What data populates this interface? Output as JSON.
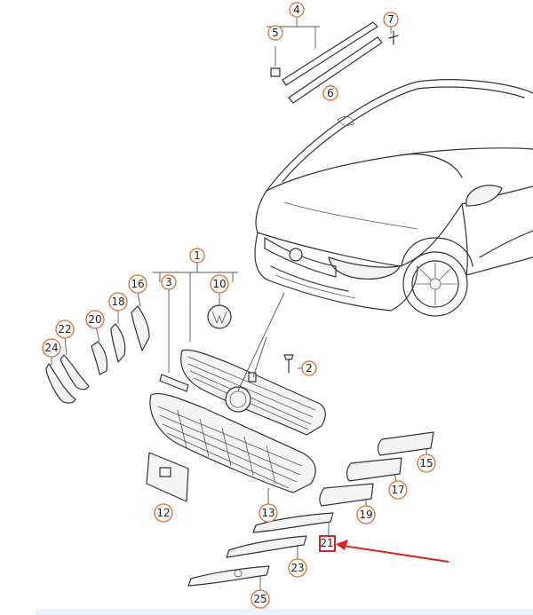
{
  "diagram": {
    "callouts": [
      {
        "id": "c1",
        "label": "1"
      },
      {
        "id": "c2",
        "label": "2"
      },
      {
        "id": "c3",
        "label": "3"
      },
      {
        "id": "c4",
        "label": "4"
      },
      {
        "id": "c5",
        "label": "5"
      },
      {
        "id": "c6",
        "label": "6"
      },
      {
        "id": "c7",
        "label": "7"
      },
      {
        "id": "c10",
        "label": "10"
      },
      {
        "id": "c12",
        "label": "12"
      },
      {
        "id": "c13",
        "label": "13"
      },
      {
        "id": "c15",
        "label": "15"
      },
      {
        "id": "c16",
        "label": "16"
      },
      {
        "id": "c17",
        "label": "17"
      },
      {
        "id": "c18",
        "label": "18"
      },
      {
        "id": "c19",
        "label": "19"
      },
      {
        "id": "c20",
        "label": "20"
      },
      {
        "id": "c21",
        "label": "21"
      },
      {
        "id": "c22",
        "label": "22"
      },
      {
        "id": "c23",
        "label": "23"
      },
      {
        "id": "c24",
        "label": "24"
      },
      {
        "id": "c25",
        "label": "25"
      }
    ],
    "highlight": {
      "target": "21",
      "color": "#e02020"
    }
  }
}
